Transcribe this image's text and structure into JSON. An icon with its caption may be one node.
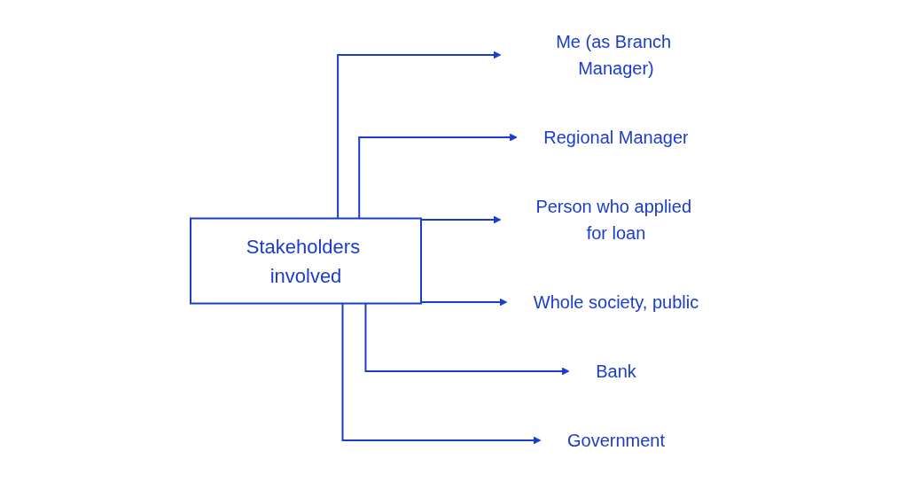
{
  "diagram": {
    "nodes": [
      {
        "text": [
          "Stakeholders involved"
        ]
      },
      {
        "text": [
          "Me (as Branch Manager)"
        ]
      },
      {
        "text": [
          "Regional Manager"
        ]
      },
      {
        "text": [
          "Person who applied for loan"
        ]
      },
      {
        "text": [
          "Whole society, public"
        ]
      },
      {
        "text": [
          "Bank"
        ]
      },
      {
        "text": [
          "Government"
        ]
      }
    ],
    "edges": [
      {
        "from": 0,
        "to": 1,
        "arrow": "to"
      },
      {
        "from": 0,
        "to": 2,
        "arrow": "to"
      },
      {
        "from": 0,
        "to": 3,
        "arrow": "to"
      },
      {
        "from": 0,
        "to": 4,
        "arrow": "to"
      },
      {
        "from": 0,
        "to": 5,
        "arrow": "to"
      },
      {
        "from": 0,
        "to": 6,
        "arrow": "to"
      }
    ]
  }
}
